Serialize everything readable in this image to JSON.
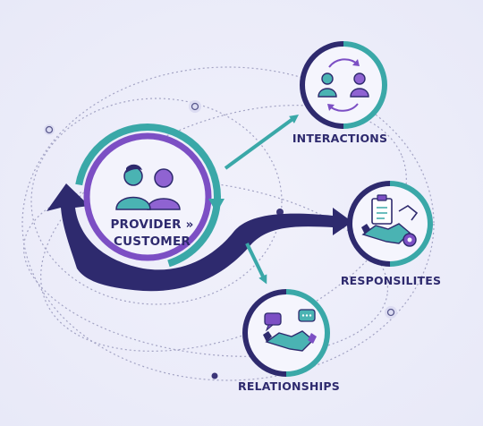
{
  "center": {
    "line1": "PROVIDER »",
    "line2": "CUSTOMER",
    "icon": "provider-customer-people-icon"
  },
  "nodes": {
    "interactions": {
      "label": "INTERACTIONS",
      "icon": "people-exchange-icon"
    },
    "responsibilities": {
      "label": "RESPONSILITES",
      "icon": "clipboard-handshake-gear-icon"
    },
    "relationships": {
      "label": "RELATIONSHIPS",
      "icon": "handshake-chat-icon"
    }
  },
  "colors": {
    "background": "#ecedf9",
    "navy": "#2e2a6e",
    "purple": "#7c4fc4",
    "teal": "#3aa8a8",
    "dots": "#9a9ab8"
  }
}
